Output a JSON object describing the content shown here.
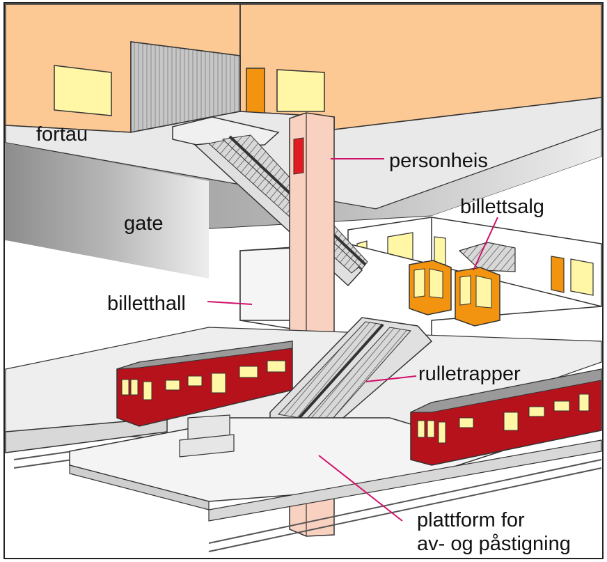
{
  "labels": {
    "fortau": "fortau",
    "gate": "gate",
    "personheis": "personheis",
    "billettsalg": "billettsalg",
    "billetthall": "billetthall",
    "rulletrapper": "rulletrapper",
    "plattform_line1": "plattform for",
    "plattform_line2": "av- og påstigning"
  },
  "colors": {
    "building": "#fcc995",
    "building_side": "#cfcfcf",
    "street": "#9b9b9b",
    "sidewalk": "#e9e9e9",
    "elevator_shaft": "#f8d1c0",
    "train_red": "#b5121b",
    "kiosk_orange": "#f2940f",
    "window_yellow": "#fff7a6",
    "leader_line": "#d0106b"
  }
}
